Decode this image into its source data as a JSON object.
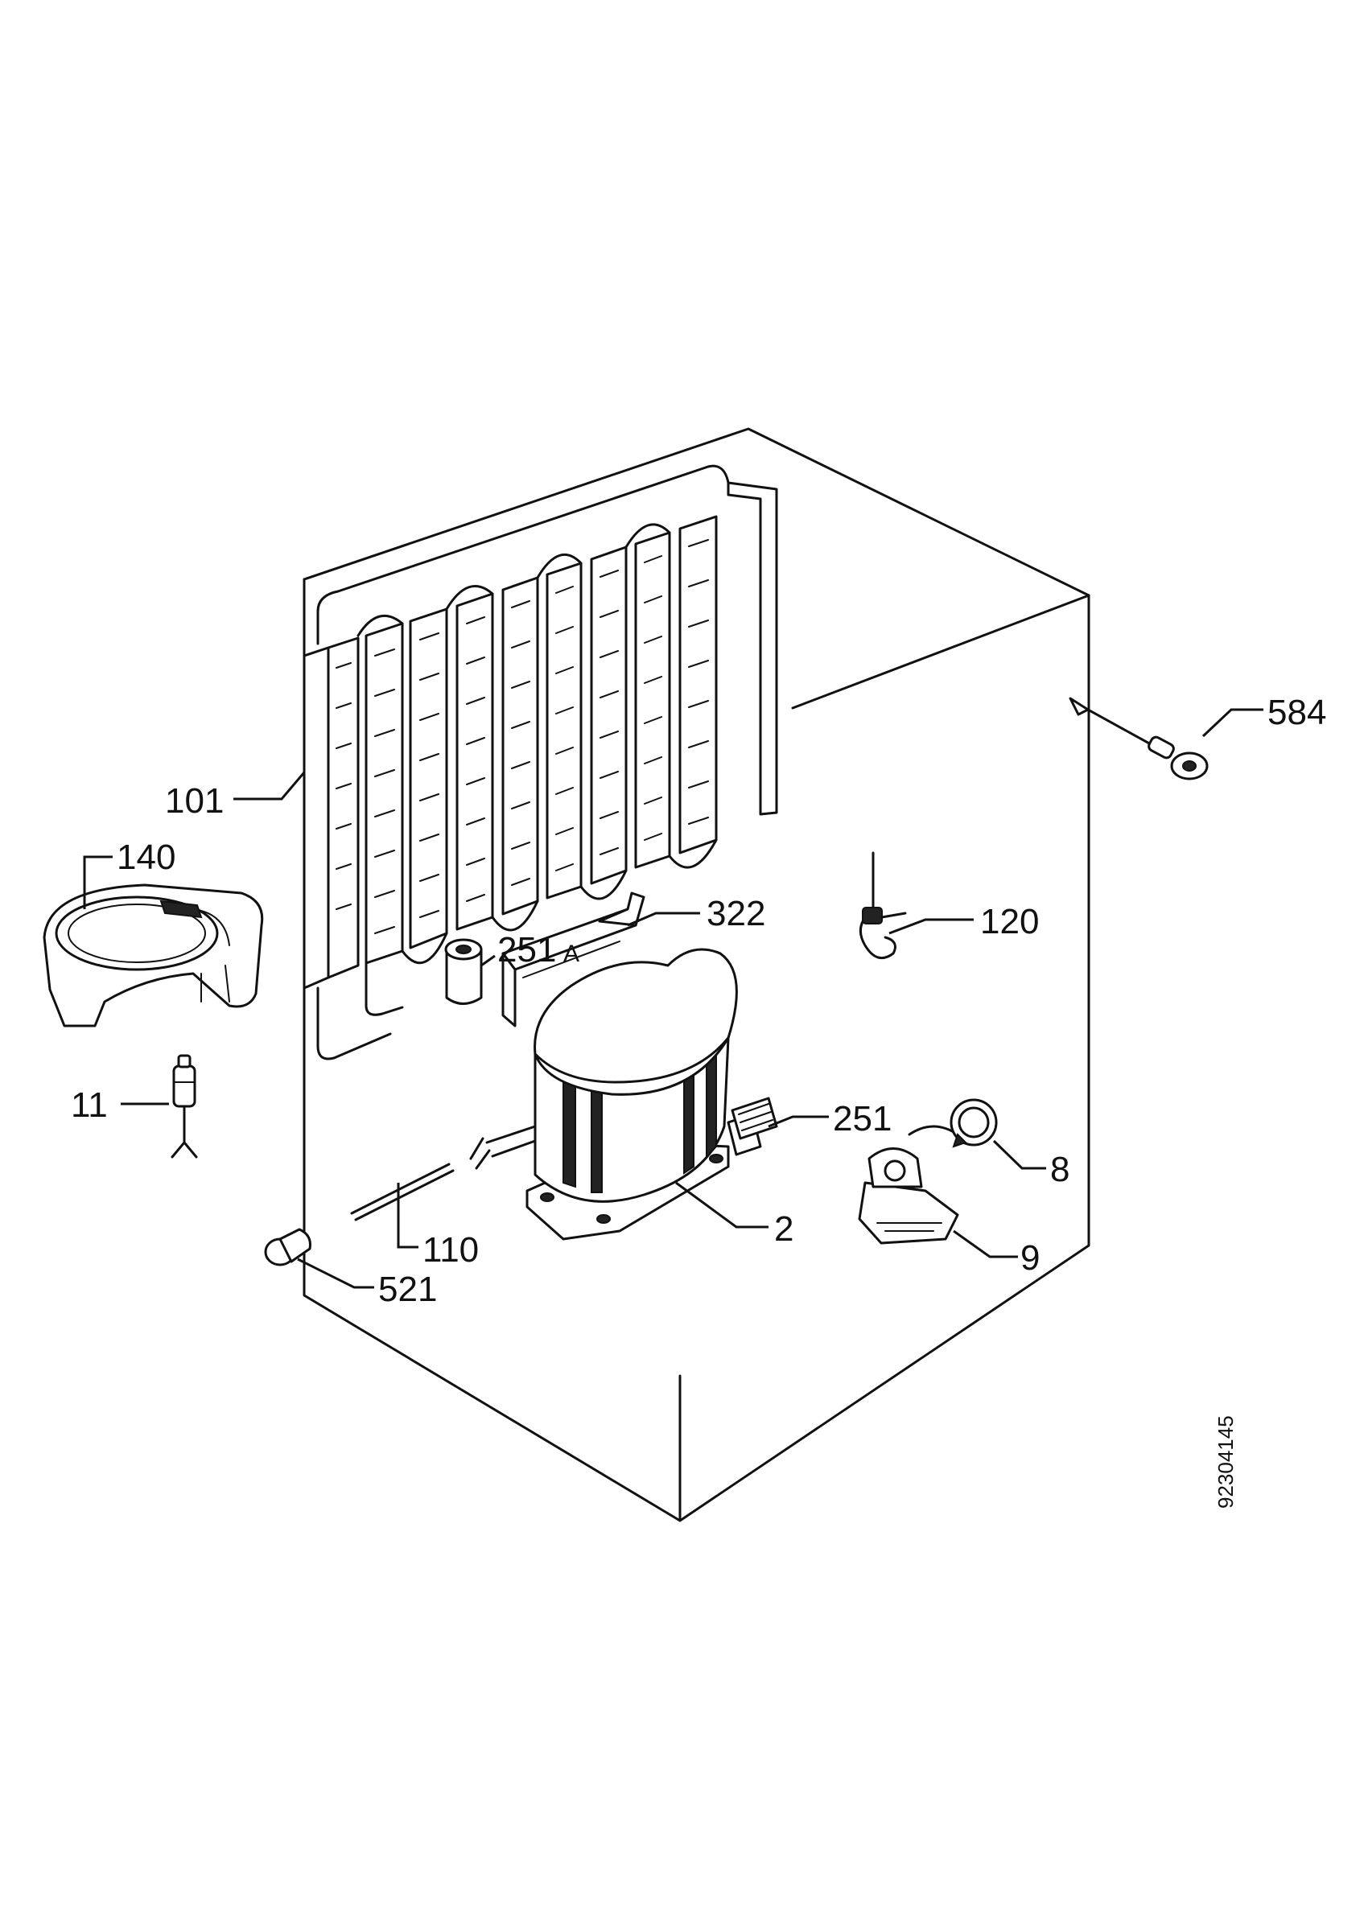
{
  "diagram": {
    "document_number": "92304145",
    "parts": [
      {
        "id": "condenser",
        "label": "101"
      },
      {
        "id": "drip-tray",
        "label": "140"
      },
      {
        "id": "valve",
        "label": "11"
      },
      {
        "id": "bracket",
        "label": "322"
      },
      {
        "id": "grommet",
        "label": "251",
        "suffix": "A"
      },
      {
        "id": "thermostat-probe",
        "label": "120"
      },
      {
        "id": "sensor-cable",
        "label": "584"
      },
      {
        "id": "clip",
        "label": "251"
      },
      {
        "id": "overload-relay",
        "label": "8"
      },
      {
        "id": "compressor",
        "label": "2"
      },
      {
        "id": "start-relay",
        "label": "9"
      },
      {
        "id": "dryer-tube",
        "label": "110"
      },
      {
        "id": "cap",
        "label": "521"
      }
    ]
  }
}
